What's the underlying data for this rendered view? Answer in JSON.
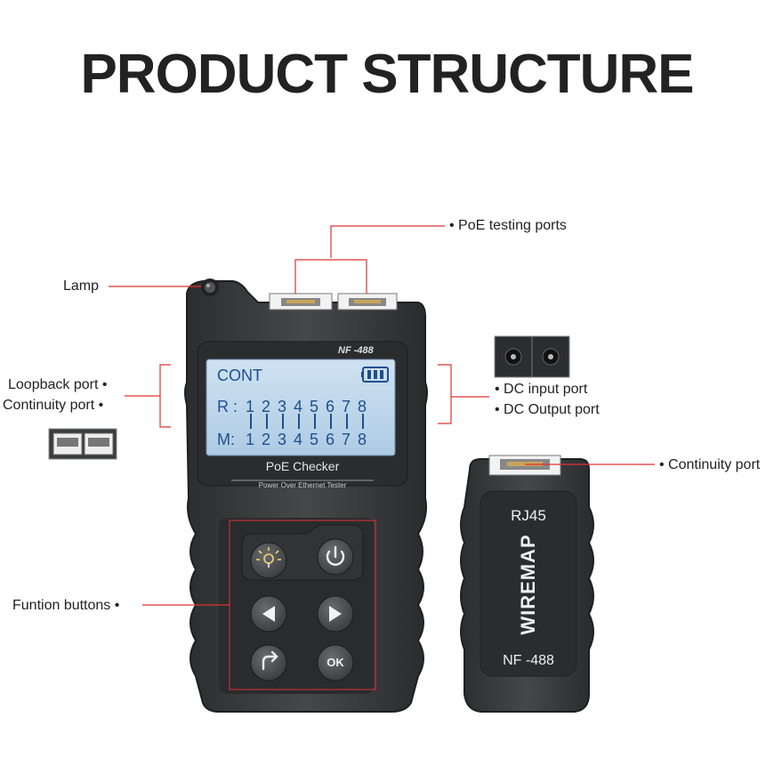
{
  "title": "PRODUCT STRUCTURE",
  "labels": {
    "poe_ports": "• PoE testing ports",
    "lamp": "Lamp",
    "loopback": "Loopback port •",
    "continuity_left": "Continuity port  •",
    "dc_input": "• DC input port",
    "dc_output": "• DC Output port",
    "continuity_right": "• Continuity port",
    "function_buttons": "Funtion buttons •"
  },
  "device": {
    "model": "NF -488",
    "screen_mode": "CONT",
    "row_r_label": "R :",
    "row_m_label": "M:",
    "pins": [
      "1",
      "2",
      "3",
      "4",
      "5",
      "6",
      "7",
      "8"
    ],
    "brand": "PoE Checker",
    "subtitle": "Power Over Ethernet Tester",
    "ok_label": "OK"
  },
  "remote": {
    "top_label": "RJ45",
    "vertical_label": "WIREMAP",
    "bottom_label": "NF -488"
  },
  "colors": {
    "annotation_red": "#dd3333",
    "device_body": "#3a3b3d",
    "lcd": "#bcd6ec",
    "lcd_text": "#1e4f8f"
  }
}
